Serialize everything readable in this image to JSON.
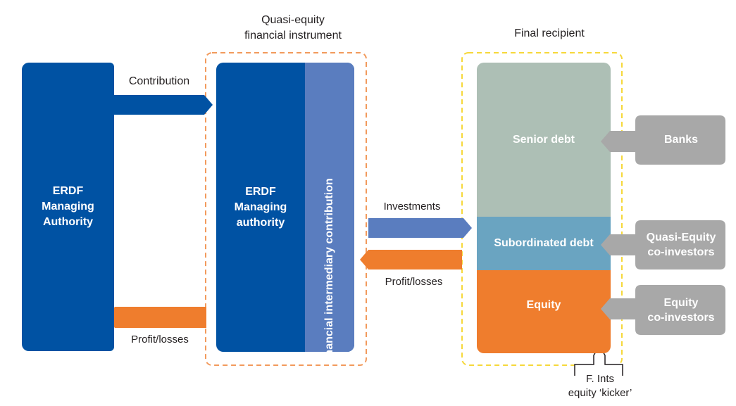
{
  "colors": {
    "dark_blue": "#0052a3",
    "light_blue_band": "#5a7dbf",
    "investment_arrow": "#5a7dbf",
    "orange": "#ef7d2d",
    "senior_debt": "#adbfb5",
    "subordinated_debt": "#6aa4c1",
    "grey_callout": "#a8a8a8",
    "orange_dash": "#f29a5c",
    "yellow_dash": "#f6d83a"
  },
  "left_box": {
    "label": "ERDF\nManaging\nAuthority"
  },
  "instrument": {
    "header": "Quasi-equity\nfinancial instrument",
    "main_label": "ERDF\nManaging\nauthority",
    "band_label": "Financial intermediary contribution"
  },
  "arrows": {
    "contribution": "Contribution",
    "profit_losses_left": "Profit/losses",
    "investments": "Investments",
    "profit_losses_right": "Profit/losses"
  },
  "recipient": {
    "header": "Final recipient",
    "segments": {
      "senior_debt": "Senior debt",
      "subordinated_debt": "Subordinated debt",
      "equity": "Equity"
    },
    "kicker": "F. Ints\nequity ‘kicker’"
  },
  "callouts": {
    "banks": "Banks",
    "quasi_equity": "Quasi-Equity\nco-investors",
    "equity": "Equity\nco-investors"
  }
}
